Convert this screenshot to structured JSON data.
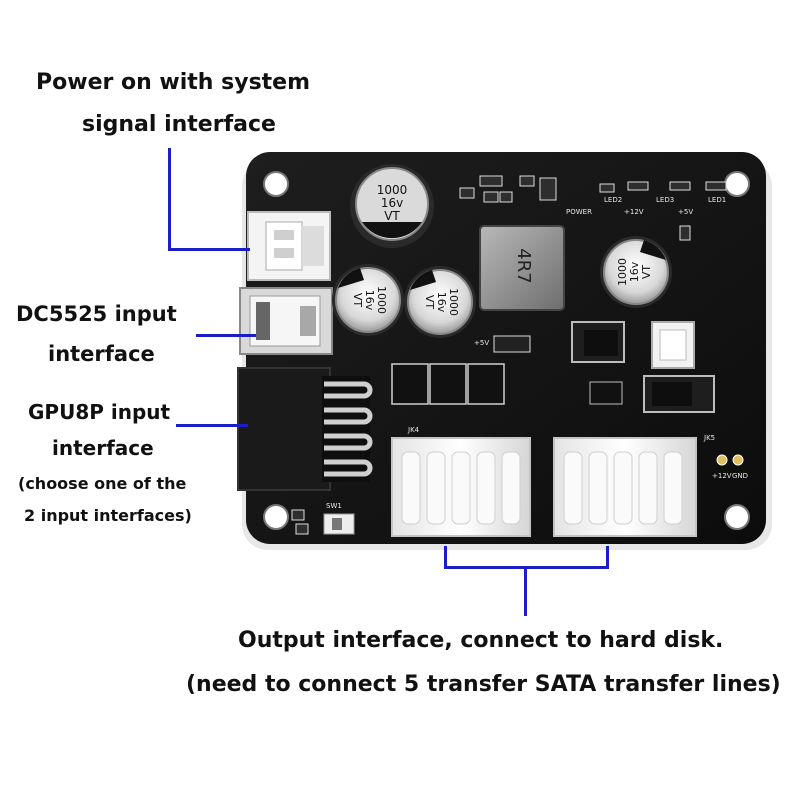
{
  "annotations": {
    "power_signal_line1": "Power on with system",
    "power_signal_line2": "signal interface",
    "dc5525_line1": "DC5525 input",
    "dc5525_line2": "interface",
    "gpu8p_line1": "GPU8P input",
    "gpu8p_line2": "interface",
    "choose_line1": "(choose one of the",
    "choose_line2": "2 input interfaces)",
    "output_line1": "Output interface, connect to hard disk.",
    "output_line2": "(need to connect 5 transfer SATA transfer lines)"
  },
  "board": {
    "cap_ec6": "1000",
    "cap_ec6_v": "16v",
    "cap_ec6_vt": "VT",
    "cap_left": "1000",
    "cap_left_v": "16v",
    "cap_left_vt": "VT",
    "cap_mid": "1000",
    "cap_mid_v": "16v",
    "cap_mid_vt": "VT",
    "cap_right": "1000",
    "cap_right_v": "16v",
    "cap_right_vt": "VT",
    "inductor": "4R7",
    "silk_power": "POWER",
    "silk_12v": "+12V",
    "silk_5v": "+5V",
    "silk_led1": "LED1",
    "silk_led2": "LED2",
    "silk_led3": "LED3",
    "silk_jk4": "JK4",
    "silk_jk5": "JK5",
    "silk_12v_gnd_a": "+12V",
    "silk_gnd": "GND",
    "silk_sw": "SW1",
    "silk_5v_mid": "+5V"
  },
  "colors": {
    "lead": "#1c1cc8",
    "pcb": "#141414",
    "connector": "#f2f2f2",
    "silk": "#e8e8e8"
  }
}
